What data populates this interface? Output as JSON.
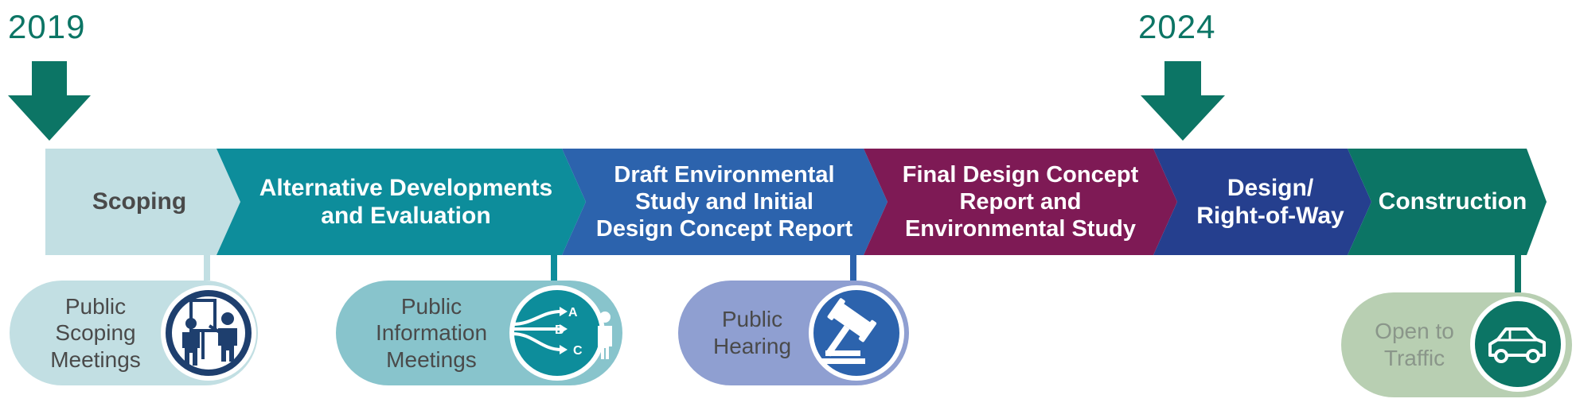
{
  "years": {
    "start": "2019",
    "end": "2024"
  },
  "stages": [
    {
      "label": "Scoping",
      "color": "#c2dfe3",
      "text_color": "#4a4a4a"
    },
    {
      "label": "Alternative Developments\nand Evaluation",
      "color": "#0d8d9b",
      "text_color": "#ffffff"
    },
    {
      "label": "Draft Environmental\nStudy and Initial\nDesign Concept Report",
      "color": "#2c63ad",
      "text_color": "#ffffff"
    },
    {
      "label": "Final Design Concept\nReport and\nEnvironmental Study",
      "color": "#7e1a55",
      "text_color": "#ffffff"
    },
    {
      "label": "Design/\nRight-of-Way",
      "color": "#253f8e",
      "text_color": "#ffffff"
    },
    {
      "label": "Construction",
      "color": "#0c7565",
      "text_color": "#ffffff"
    }
  ],
  "milestones": [
    {
      "label": "Public\nScoping\nMeetings",
      "icon": "presentation-meeting-icon",
      "pill_color": "#c2dfe3",
      "circle_color": "#1e3f6e",
      "text_color": "#4a4a4a"
    },
    {
      "label": "Public\nInformation\nMeetings",
      "icon": "alternatives-abc-icon",
      "pill_color": "#88c4cc",
      "circle_color": "#0d8d9b",
      "text_color": "#4a4a4a"
    },
    {
      "label": "Public\nHearing",
      "icon": "gavel-icon",
      "pill_color": "#8f9fd1",
      "circle_color": "#2c63ad",
      "text_color": "#4a4a4a"
    },
    {
      "label": "Open to\nTraffic",
      "icon": "car-icon",
      "pill_color": "#b8cfb2",
      "circle_color": "#0c7565",
      "text_color": "#8a968a"
    }
  ],
  "accent": "#0c7565"
}
